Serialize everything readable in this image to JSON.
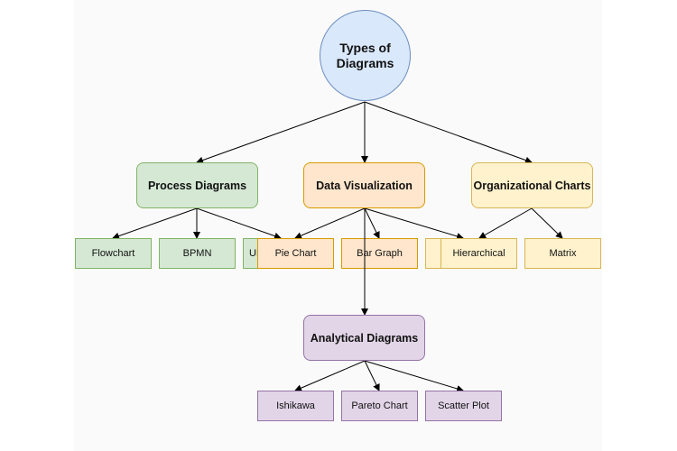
{
  "root": {
    "line1": "Types of",
    "line2": "Diagrams"
  },
  "categories": {
    "process": "Process Diagrams",
    "dataviz": "Data Visualization",
    "org": "Organizational Charts",
    "analytical": "Analytical Diagrams"
  },
  "leaves": {
    "flowchart": "Flowchart",
    "bpmn": "BPMN",
    "uml_partial": "UML",
    "pie_chart": "Pie Chart",
    "bar_graph": "Bar Graph",
    "hierarchical": "Hierarchical",
    "matrix": "Matrix",
    "ishikawa": "Ishikawa",
    "pareto_chart": "Pareto Chart",
    "scatter_plot": "Scatter Plot"
  },
  "colors": {
    "blue_fill": "#dae8fc",
    "green_fill": "#d5e8d4",
    "orange_fill": "#ffe6cc",
    "yellow_fill": "#fff2cc",
    "purple_fill": "#e1d5e7"
  }
}
